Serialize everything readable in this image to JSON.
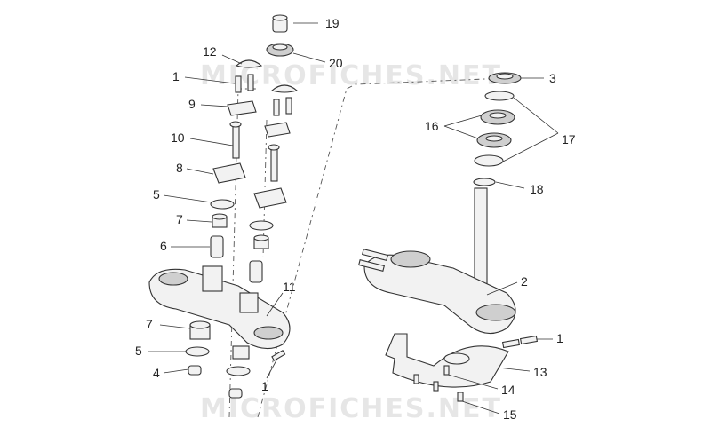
{
  "watermark": [
    "MICROFICHES.NET",
    "MICROFICHES.NET"
  ],
  "callouts": {
    "c19": "19",
    "c20": "20",
    "c12": "12",
    "c1a": "1",
    "c9": "9",
    "c10": "10",
    "c8": "8",
    "c5a": "5",
    "c7a": "7",
    "c6": "6",
    "c11": "11",
    "c7b": "7",
    "c5b": "5",
    "c4": "4",
    "c1b": "1",
    "c3": "3",
    "c16": "16",
    "c17": "17",
    "c18": "18",
    "c2": "2",
    "c1c": "1",
    "c13": "13",
    "c14": "14",
    "c15": "15"
  }
}
